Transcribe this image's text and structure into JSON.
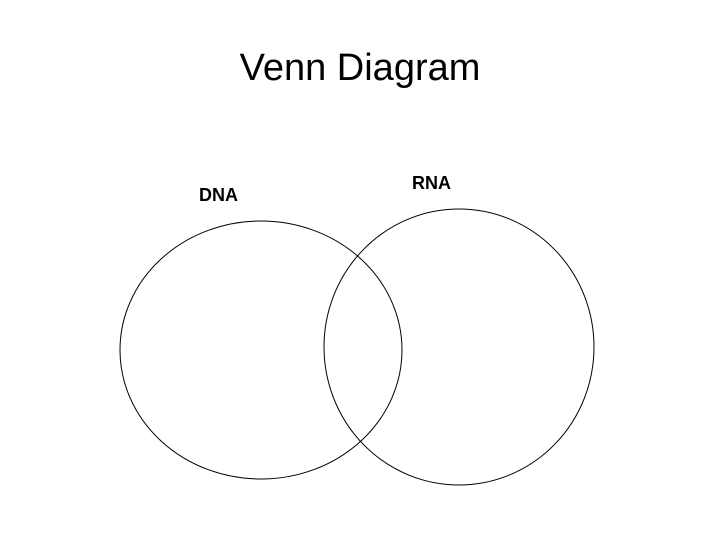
{
  "slide": {
    "title": "Venn Diagram"
  },
  "venn": {
    "sets": [
      {
        "label": "DNA"
      },
      {
        "label": "RNA"
      }
    ],
    "stroke_color": "#000000",
    "fill_color": "none"
  }
}
